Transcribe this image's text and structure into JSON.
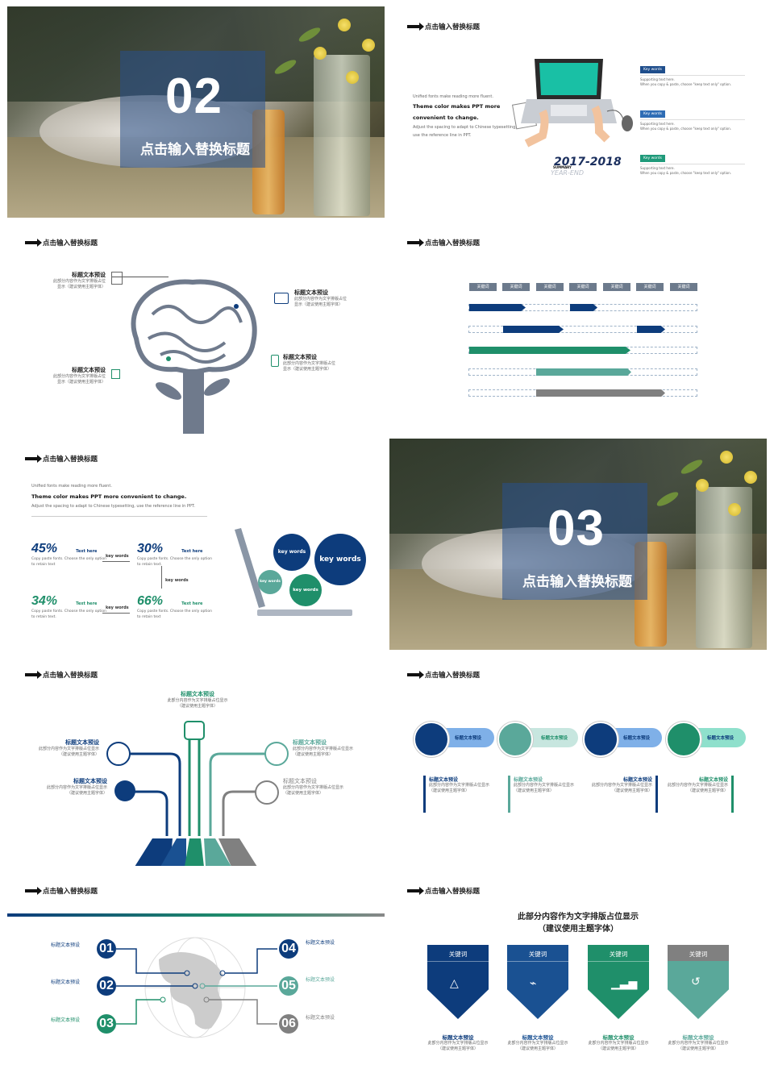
{
  "slides": {
    "s1": {
      "number": "02",
      "subtitle": "点击输入替换标题"
    },
    "s2": {
      "title": "点击输入替换标题",
      "text1": "Unified fonts make reading more fluent.",
      "text2": "Theme color makes PPT more",
      "text3": "convenient to change.",
      "text4": "Adjust the spacing to adapt to Chinese typesetting,",
      "text5": "use the reference line in PPT.",
      "year": "2017-2018",
      "summary": "SUMMARY",
      "yearend": "YEAR-END",
      "kw": [
        {
          "label": "Key words",
          "b1": "Supporting text here.",
          "b2": "When you copy & paste, choose \"keep text only\" option.",
          "color": "#1f4e8c"
        },
        {
          "label": "Key words",
          "b1": "Supporting text here.",
          "b2": "When you copy & paste, choose \"keep text only\" option.",
          "color": "#2f6db5"
        },
        {
          "label": "Key words",
          "b1": "Supporting text here.",
          "b2": "When you copy & paste, choose \"keep text only\" option.",
          "color": "#1f9a7a"
        }
      ]
    },
    "s3": {
      "title": "点击输入替换标题",
      "items": [
        {
          "h": "标题文本预设",
          "p1": "此部分内容作为文字排版占位",
          "p2": "显示（建议使用主题字体）"
        },
        {
          "h": "标题文本预设",
          "p1": "此部分内容作为文字排版占位",
          "p2": "显示（建议使用主题字体）"
        },
        {
          "h": "标题文本预设",
          "p1": "此部分内容作为文字排版占位",
          "p2": "显示（建议使用主题字体）"
        },
        {
          "h": "标题文本预设",
          "p1": "此部分内容作为文字排版占位",
          "p2": "显示（建议使用主题字体）"
        }
      ]
    },
    "s4": {
      "title": "点击输入替换标题",
      "chips": [
        "关键词",
        "关键词",
        "关键词",
        "关键词",
        "关键词",
        "关键词",
        "关键词"
      ]
    },
    "s5": {
      "title": "点击输入替换标题",
      "l1": "Unified fonts make reading more fluent.",
      "l2": "Theme color makes PPT more convenient to change.",
      "l3": "Adjust the spacing to adapt to Chinese typesetting, use the reference line in PPT.",
      "stats": [
        {
          "pct": "45%",
          "lbl": "Text here",
          "d1": "Copy paste fonts. Choose the only option",
          "d2": "to retain text"
        },
        {
          "pct": "30%",
          "lbl": "Text here",
          "d1": "Copy paste fonts. Choose the only option",
          "d2": "to retain text."
        },
        {
          "pct": "34%",
          "lbl": "Text here",
          "d1": "Copy paste fonts. Choose the only option",
          "d2": "to retain text."
        },
        {
          "pct": "66%",
          "lbl": "Text here",
          "d1": "Copy paste fonts. Choose the only option",
          "d2": "to retain text"
        }
      ],
      "kwa": "key words",
      "kwb": "key words",
      "kwc": "key words",
      "bubbles": [
        "key words",
        "key words",
        "key words",
        "key words"
      ]
    },
    "s6": {
      "number": "03",
      "subtitle": "点击输入替换标题"
    },
    "s7": {
      "title": "点击输入替换标题",
      "top": {
        "h": "标题文本预设",
        "p1": "此部分内容作为文字排版占位显示",
        "p2": "（建议使用主题字体）"
      },
      "items": [
        {
          "h": "标题文本预设",
          "p1": "此部分内容作为文字排版占位显示",
          "p2": "（建议使用主题字体）"
        },
        {
          "h": "标题文本预设",
          "p1": "此部分内容作为文字排版占位显示",
          "p2": "（建议使用主题字体）"
        },
        {
          "h": "标题文本预设",
          "p1": "此部分内容作为文字排版占位显示",
          "p2": "（建议使用主题字体）"
        },
        {
          "h": "标题文本预设",
          "p1": "此部分内容作为文字排版占位显示",
          "p2": "（建议使用主题字体）"
        }
      ]
    },
    "s8": {
      "title": "点击输入替换标题",
      "pills": [
        "标题文本预设",
        "标题文本预设",
        "标题文本预设",
        "标题文本预设"
      ],
      "items": [
        {
          "h": "标题文本预设",
          "p1": "此部分内容作为文字排版占位显示",
          "p2": "（建议使用主题字体）"
        },
        {
          "h": "标题文本预设",
          "p1": "此部分内容作为文字排版占位显示",
          "p2": "（建议使用主题字体）"
        },
        {
          "h": "标题文本预设",
          "p1": "此部分内容作为文字排版占位显示",
          "p2": "（建议使用主题字体）"
        },
        {
          "h": "标题文本预设",
          "p1": "此部分内容作为文字排版占位显示",
          "p2": "（建议使用主题字体）"
        }
      ]
    },
    "s9": {
      "title": "点击输入替换标题",
      "nums": [
        "01",
        "02",
        "03",
        "04",
        "05",
        "06"
      ],
      "labels": [
        "标题文本预设",
        "标题文本预设",
        "标题文本预设",
        "标题文本预设",
        "标题文本预设",
        "标题文本预设"
      ]
    },
    "s10": {
      "title": "点击输入替换标题",
      "heading1": "此部分内容作为文字排版占位显示",
      "heading2": "（建议使用主题字体）",
      "cards": [
        {
          "kw": "关键词",
          "h": "标题文本预设",
          "p1": "此部分内容作为文字排版占位显示",
          "p2": "（建议使用主题字体）",
          "color": "#0d3c7c"
        },
        {
          "kw": "关键词",
          "h": "标题文本预设",
          "p1": "此部分内容作为文字排版占位显示",
          "p2": "（建议使用主题字体）",
          "color": "#1a5192"
        },
        {
          "kw": "关键词",
          "h": "标题文本预设",
          "p1": "此部分内容作为文字排版占位显示",
          "p2": "（建议使用主题字体）",
          "color": "#1f8f6a"
        },
        {
          "kw": "关键词",
          "h": "标题文本预设",
          "p1": "此部分内容作为文字排版占位显示",
          "p2": "（建议使用主题字体）",
          "color": "#5a9e90"
        }
      ]
    }
  },
  "colors": {
    "navy": "#0d3c7c",
    "teal": "#1f8f6a",
    "lightteal": "#5aa89a",
    "gray": "#808080"
  }
}
